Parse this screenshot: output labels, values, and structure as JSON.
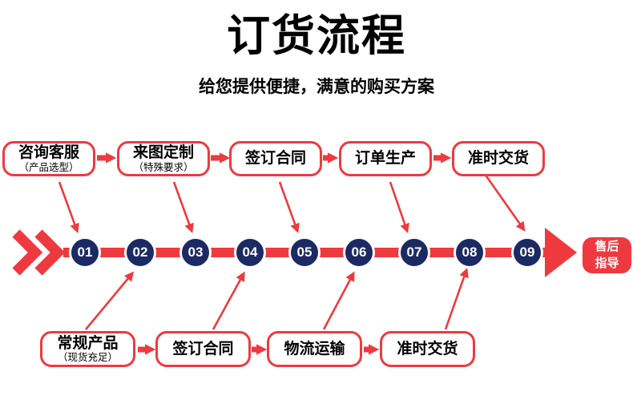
{
  "header": {
    "title": "订货流程",
    "subtitle": "给您提供便捷，满意的购买方案"
  },
  "colors": {
    "red": "#ee3a3f",
    "navy": "#1b2a63"
  },
  "top_boxes": [
    {
      "label": "咨询客服",
      "sublabel": "（产品选型）"
    },
    {
      "label": "来图定制",
      "sublabel": "（特殊要求）"
    },
    {
      "label": "签订合同"
    },
    {
      "label": "订单生产"
    },
    {
      "label": "准时交货"
    }
  ],
  "bottom_boxes": [
    {
      "label": "常规产品",
      "sublabel": "（现货充足）"
    },
    {
      "label": "签订合同"
    },
    {
      "label": "物流运输"
    },
    {
      "label": "准时交货"
    }
  ],
  "steps": [
    "01",
    "02",
    "03",
    "04",
    "05",
    "06",
    "07",
    "08",
    "09"
  ],
  "end_badge": {
    "line1": "售后",
    "line2": "指导"
  }
}
